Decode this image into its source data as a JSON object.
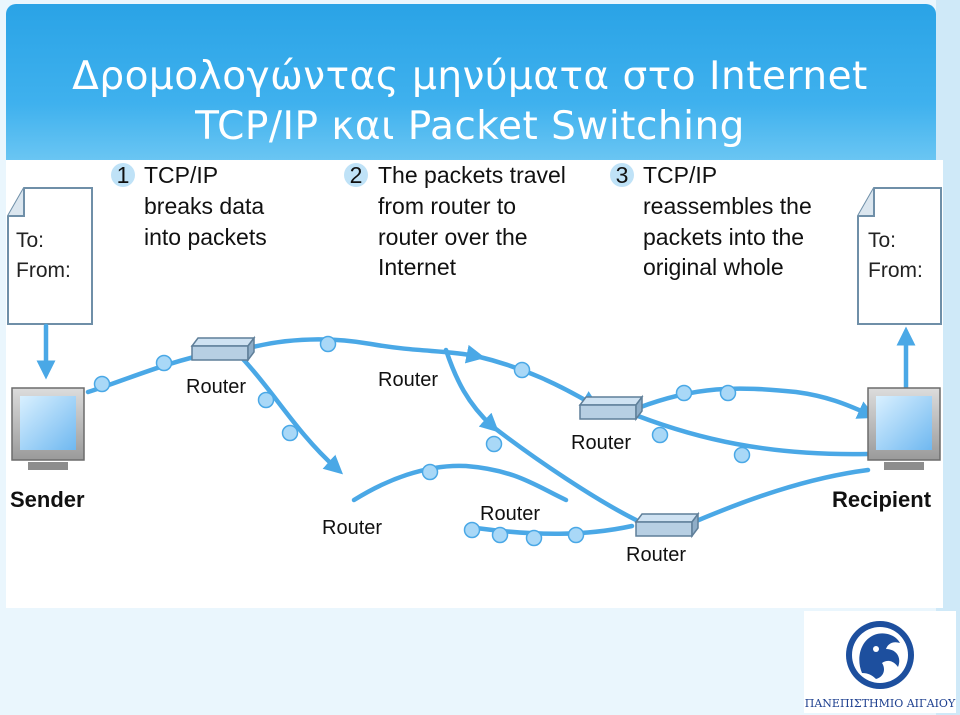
{
  "slide": {
    "title_line1": "Δρομολογώντας μηνύματα στο Internet",
    "title_line2": "TCP/IP και Packet Switching"
  },
  "steps": [
    {
      "number": "1",
      "lines": [
        "TCP/IP",
        "breaks data",
        "into packets"
      ]
    },
    {
      "number": "2",
      "lines": [
        "The packets travel",
        "from router to",
        "router over the",
        "Internet"
      ]
    },
    {
      "number": "3",
      "lines": [
        "TCP/IP",
        "reassembles the",
        "packets into the",
        "original whole"
      ]
    }
  ],
  "letters": {
    "sender": {
      "to": "To:",
      "from": "From:"
    },
    "recipient": {
      "to": "To:",
      "from": "From:"
    }
  },
  "nodes": {
    "sender": "Sender",
    "recipient": "Recipient",
    "routers": [
      "Router",
      "Router",
      "Router",
      "Router",
      "Router",
      "Router"
    ]
  },
  "logo": {
    "caption": "ΠΑΝΕΠΙΣΤΗΜΙΟ ΑΙΓΑΙΟΥ"
  },
  "colors": {
    "title_band": "#2aa3e6",
    "path": "#4aa8e6",
    "packet": "#a9d8f7",
    "step_badge": "#bfe2f7",
    "logo_blue": "#1d4f9e"
  }
}
